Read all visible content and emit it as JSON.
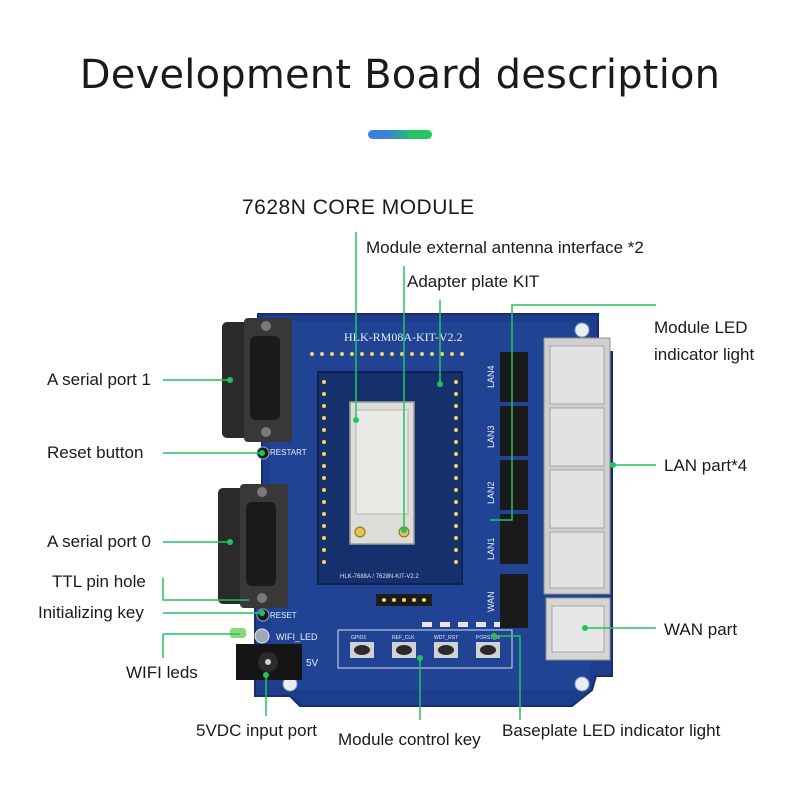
{
  "title": "Development Board description",
  "accent_colors": {
    "divider_left": "#3d7fe0",
    "divider_right": "#26c45f",
    "callout_line": "#22c35e",
    "pcb": "#1d3e8c"
  },
  "board": {
    "silkscreen_title": "HLK-RM08A-KIT-V2.2",
    "module_label": "HLK-7688A / 7628N-KIT-V2.2",
    "restart_label": "RESTART",
    "reset_label": "RESET",
    "wifi_led_label": "WIFI_LED",
    "power_label": "5V",
    "lan_labels": [
      "LAN4",
      "LAN3",
      "LAN2",
      "LAN1",
      "WAN"
    ],
    "button_labels": [
      "GPIO1",
      "REF_CLK",
      "WDT_RST",
      "PORST_N"
    ]
  },
  "labels": {
    "core_module": "7628N CORE MODULE",
    "antenna": "Module external antenna interface *2",
    "adapter": "Adapter plate KIT",
    "module_led_1": "Module LED",
    "module_led_2": "indicator light",
    "serial1": "A serial port 1",
    "reset": "Reset button",
    "serial0": "A serial port 0",
    "lan": "LAN part*4",
    "ttl": "TTL pin hole",
    "init_key": "Initializing key",
    "wan": "WAN part",
    "wifi_leds": "WIFI leds",
    "power_input": "5VDC input port",
    "control_key": "Module control key",
    "baseplate_led": "Baseplate LED indicator light"
  }
}
